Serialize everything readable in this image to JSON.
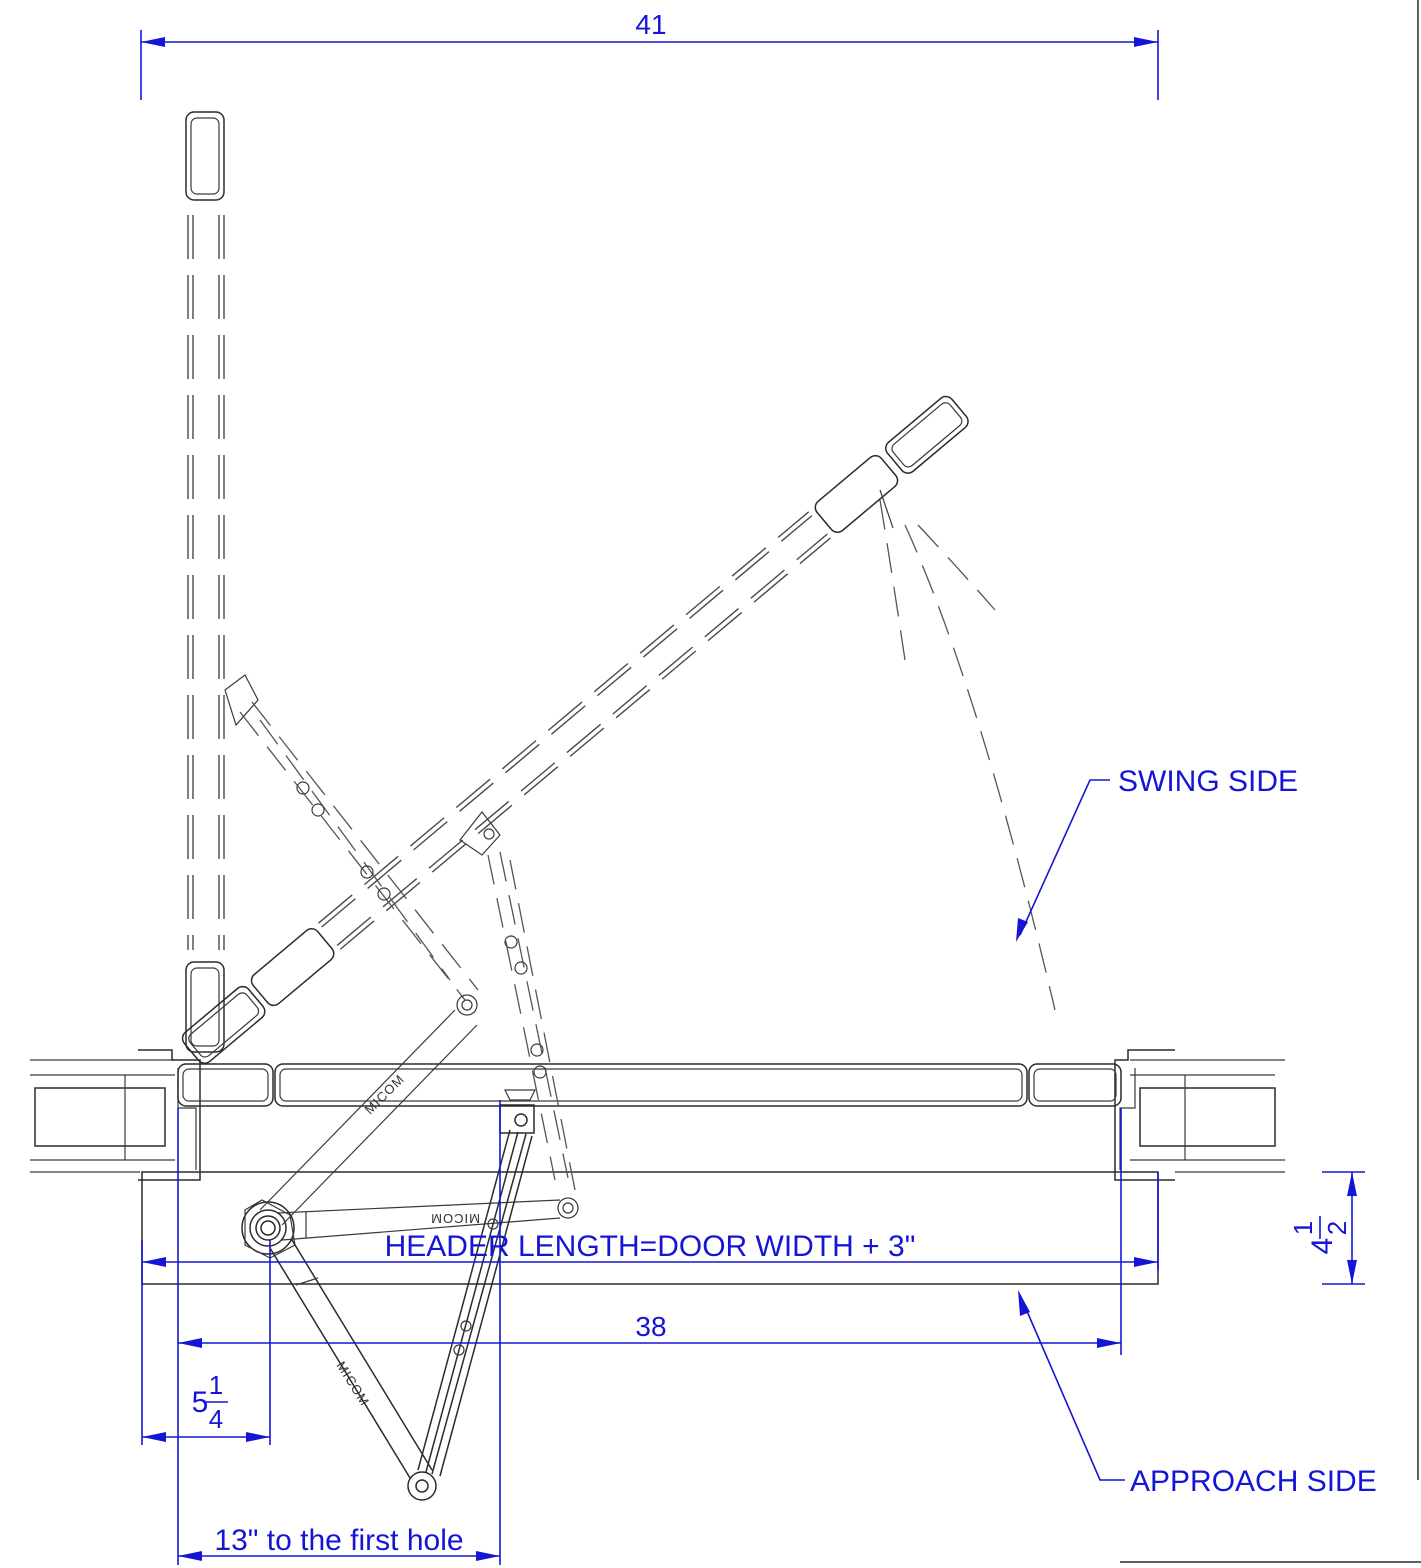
{
  "dimensions": {
    "overall_width": "41",
    "header_length_label": "HEADER LENGTH=DOOR WIDTH + 3\"",
    "door_width": "38",
    "offset_whole": "5",
    "offset_num": "1",
    "offset_den": "4",
    "height_whole": "4",
    "height_num": "1",
    "height_den": "2",
    "first_hole": "13\" to the first hole"
  },
  "callouts": {
    "swing_side": "SWING SIDE",
    "approach_side": "APPROACH SIDE"
  },
  "arm_brand": "MICOM",
  "colors": {
    "dimension": "#1515d6",
    "linework": "#2b2b2b"
  }
}
